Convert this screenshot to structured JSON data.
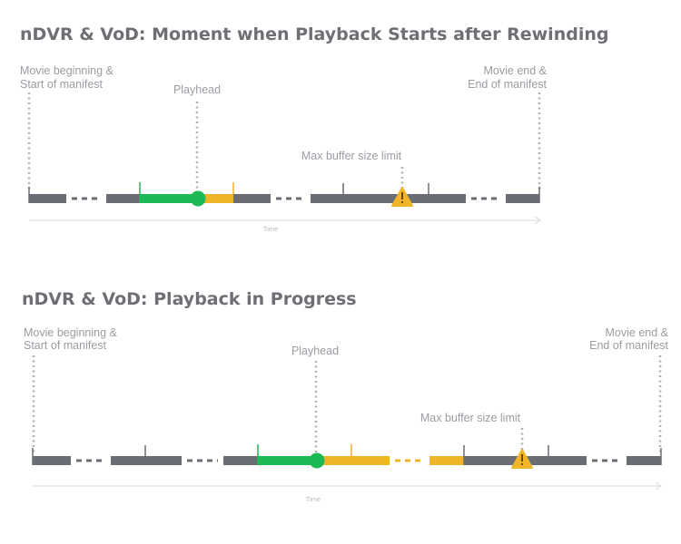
{
  "colors": {
    "bar": "#6b6d74",
    "played": "#1db954",
    "buffer": "#f0b429",
    "title": "#6d6f75",
    "label": "#9a9ca2",
    "axis": "#d9dadd"
  },
  "diagram1": {
    "title": "nDVR & VoD: Moment when Playback Starts after Rewinding",
    "start_label": [
      "Movie beginning &",
      "Start of manifest"
    ],
    "playhead_label": "Playhead",
    "max_buffer_label": "Max buffer size limit",
    "end_label": [
      "Movie end &",
      "End of manifest"
    ],
    "axis_label": "Time",
    "warning_icon": "warning-triangle-icon"
  },
  "diagram2": {
    "title": "nDVR & VoD: Playback in Progress",
    "start_label": [
      "Movie beginning &",
      "Start of manifest"
    ],
    "playhead_label": "Playhead",
    "max_buffer_label": "Max buffer size limit",
    "end_label": [
      "Movie end &",
      "End of manifest"
    ],
    "axis_label": "Time",
    "warning_icon": "warning-triangle-icon"
  }
}
